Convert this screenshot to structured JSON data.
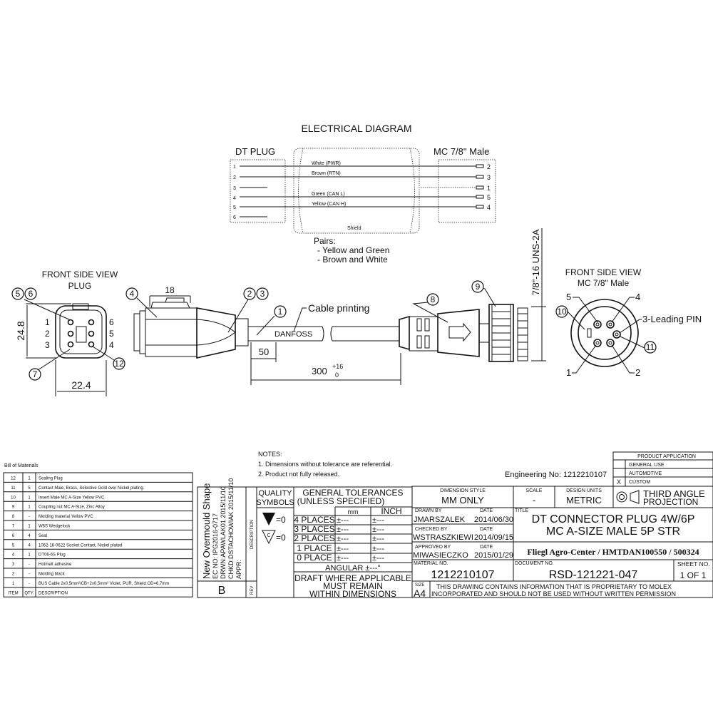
{
  "electrical": {
    "title": "ELECTRICAL DIAGRAM",
    "left_connector": "DT PLUG",
    "right_connector": "MC 7/8\" Male",
    "left_pins": [
      "1",
      "2",
      "3",
      "4",
      "5",
      "6"
    ],
    "right_pins": [
      "2",
      "3",
      "1",
      "5",
      "4"
    ],
    "wires": [
      "White (PWR)",
      "Brown (RTN)",
      "Green (CAN L)",
      "Yellow (CAN H)"
    ],
    "shield": "Shield",
    "pairs_title": "Pairs:",
    "pairs": [
      "- Yellow and Green",
      "- Brown and White"
    ]
  },
  "mechanical": {
    "plug_view_title": "FRONT SIDE VIEW",
    "plug_view_subtitle": "PLUG",
    "plug_pins_left": [
      "1",
      "2",
      "3"
    ],
    "plug_pins_right": [
      "6",
      "5",
      "4"
    ],
    "dim_height": "24.8",
    "dim_width": "22.4",
    "dim_18": "18",
    "dim_50": "50",
    "dim_300": "300",
    "dim_300_tol_upper": "+16",
    "dim_300_tol_lower": "0",
    "cable_printing_label": "Cable printing",
    "cable_print": "DANFOSS",
    "thread": "7/8\"-16 UNS-2A",
    "mc_view_title": "FRONT SIDE VIEW",
    "mc_view_subtitle": "MC 7/8\" Male",
    "mc_pins": [
      "5",
      "4",
      "1",
      "2"
    ],
    "leading_pin": "3-Leading PIN",
    "balloons": [
      "5",
      "6",
      "7",
      "12",
      "4",
      "2",
      "3",
      "1",
      "8",
      "9",
      "10",
      "11"
    ]
  },
  "bom": {
    "title": "Bill of Materials",
    "rows": [
      [
        "12",
        "1",
        "Sealing Plug"
      ],
      [
        "11",
        "5",
        "Contact Male, Brass, Selective Gold over Nickel plating."
      ],
      [
        "10",
        "1",
        "Insert Male MC A-Size Yellow PVC"
      ],
      [
        "9",
        "1",
        "Coupling nut MC A-Size, Zinc Alloy"
      ],
      [
        "8",
        "-",
        "Molding material Yellow PVC"
      ],
      [
        "7",
        "1",
        "W6S Wedgelock"
      ],
      [
        "6",
        "4",
        "Seal"
      ],
      [
        "5",
        "4",
        "1062-16-0622 Socket Contact, Nickel plated"
      ],
      [
        "4",
        "1",
        "DT06-6S Plug"
      ],
      [
        "3",
        "-",
        "Hotmelt adhesive"
      ],
      [
        "2",
        "-",
        "Molding black"
      ],
      [
        "1",
        "-",
        "BUS Cable 2x0,5mm²/CB+2x0,5mm² Violet, PUR, Shield OD=6,7mm"
      ]
    ],
    "headers": [
      "ITEM",
      "QTY.",
      "DESCRIPTION"
    ]
  },
  "revision": {
    "line1": "New Overmould Shape",
    "line2": "EC NO: IPG2016-0717",
    "line3": "DRWN:APAWLAK01   2015/11/10",
    "line4": "CHKD:DSTACHOWIAK  2015/11/10",
    "line5": "APPR:",
    "rev": "B",
    "description_label": "DESCRIPTION",
    "rev_label": "REV"
  },
  "notes": {
    "title": "NOTES:",
    "items": [
      "1. Dimensions without tolerance are referential.",
      "2. Product not fully released."
    ]
  },
  "quality": {
    "title1": "QUALITY",
    "title2": "SYMBOLS",
    "sym1": "=0",
    "sym2": "=0",
    "sym2_letter": "C"
  },
  "tolerances": {
    "title1": "GENERAL TOLERANCES",
    "title2": "(UNLESS SPECIFIED)",
    "col_mm": "mm",
    "col_inch": "INCH",
    "rows": [
      [
        "4 PLACES",
        "±---",
        "±---"
      ],
      [
        "3 PLACES",
        "±---",
        "±---"
      ],
      [
        "2 PLACES",
        "±---",
        "±---"
      ],
      [
        "1 PLACE",
        "±---",
        "±---"
      ],
      [
        "0 PLACE",
        "±---",
        "±---"
      ]
    ],
    "angular": "ANGULAR ±---°",
    "draft": [
      "DRAFT WHERE APPLICABLE",
      "MUST REMAIN",
      "WITHIN DIMENSIONS"
    ]
  },
  "title_block": {
    "engineering_no": "Engineering No: 1212210107",
    "product_application": "PRODUCT APPLICATION",
    "applications": [
      "GENERAL USE",
      "AUTOMOTIVE",
      "CUSTOM"
    ],
    "custom_mark": "X",
    "dimension_style_label": "DIMENSION STYLE",
    "dimension_style": "MM ONLY",
    "scale_label": "SCALE",
    "scale": "-",
    "design_units_label": "DESIGN UNITS",
    "design_units": "METRIC",
    "projection1": "THIRD ANGLE",
    "projection2": "PROJECTION",
    "drawn_by_label": "DRAWN BY",
    "drawn_by": "JMARSZALEK",
    "drawn_date": "2014/06/30",
    "checked_by_label": "CHECKED BY",
    "checked_by": "WSTRASZKIEWI",
    "checked_date": "2014/09/15",
    "approved_by_label": "APPROVED BY",
    "approved_by": "MIWASIECZKO",
    "approved_date": "2015/01/29",
    "date_label": "DATE",
    "title_label": "TITLE",
    "title1": "DT CONNECTOR PLUG 4W/6P",
    "title2": "MC A-SIZE MALE 5P STR",
    "customer": "Fliegl Agro-Center / HMTDAN100550 / 500324",
    "material_no_label": "MATERIAL NO.",
    "material_no": "1212210107",
    "document_no_label": "DOCUMENT NO.",
    "document_no": "RSD-121221-047",
    "sheet_no_label": "SHEET NO.",
    "sheet_no": "1 OF 1",
    "size_label": "SIZE",
    "size": "A4",
    "disclaimer1": "THIS DRAWING CONTAINS INFORMATION THAT IS PROPRIETARY TO MOLEX",
    "disclaimer2": "INCORPORATED AND SHOULD NOT BE USED WITHOUT WRITTEN PERMISSION"
  }
}
